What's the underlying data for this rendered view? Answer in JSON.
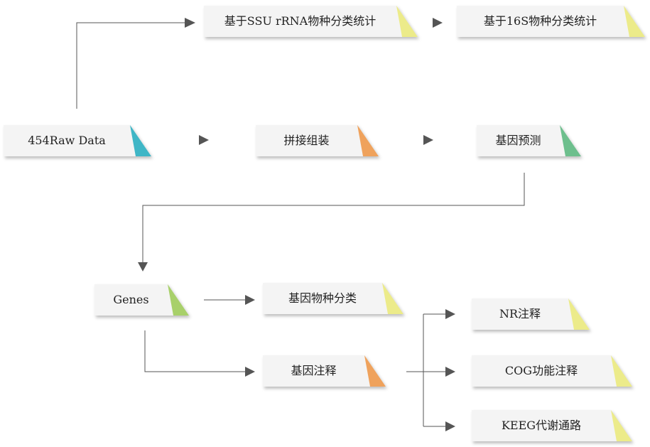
{
  "colors": {
    "teal": "#3fb6c6",
    "orange": "#efa25c",
    "green": "#6dbf8d",
    "lime": "#a8d06a",
    "yellow": "#eceb8a",
    "line": "#555555",
    "node_fill": "#f4f4f4"
  },
  "nodes": {
    "raw_data": {
      "label": "454Raw Data",
      "color": "teal"
    },
    "assembly": {
      "label": "拼接组装",
      "color": "orange"
    },
    "gene_prediction": {
      "label": "基因预测",
      "color": "green"
    },
    "ssu_stats": {
      "label": "基于SSU rRNA物种分类统计",
      "color": "yellow"
    },
    "s16_stats": {
      "label": "基于16S物种分类统计",
      "color": "yellow"
    },
    "genes": {
      "label": "Genes",
      "color": "lime"
    },
    "gene_taxonomy": {
      "label": "基因物种分类",
      "color": "yellow"
    },
    "gene_annotation": {
      "label": "基因注释",
      "color": "orange"
    },
    "nr_annotation": {
      "label": "NR注释",
      "color": "yellow"
    },
    "cog_annotation": {
      "label": "COG功能注释",
      "color": "yellow"
    },
    "kegg_pathway": {
      "label": "KEEG代谢通路",
      "color": "yellow"
    }
  }
}
